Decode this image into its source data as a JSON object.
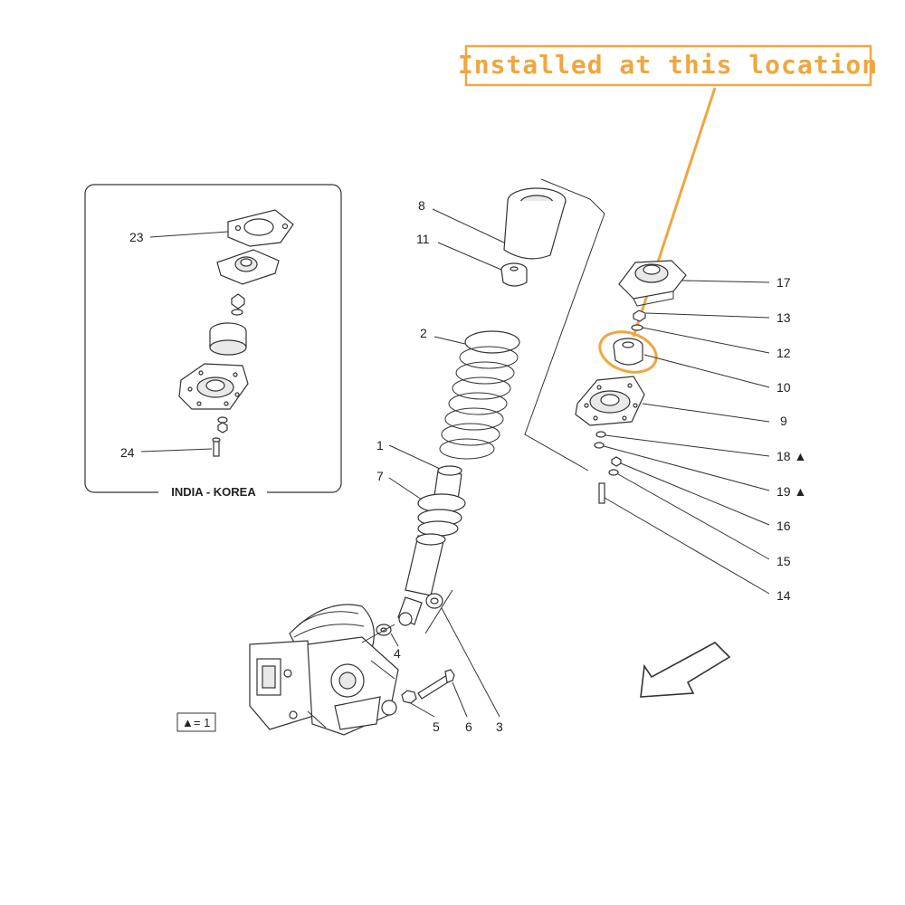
{
  "callout": {
    "text": "Installed at this location",
    "color": "#f0a640"
  },
  "inset": {
    "label": "INDIA - KOREA"
  },
  "legend": {
    "text": "▲= 1"
  },
  "part_numbers": {
    "p1": "1",
    "p2": "2",
    "p3": "3",
    "p4": "4",
    "p5": "5",
    "p6": "6",
    "p7": "7",
    "p8": "8",
    "p9": "9",
    "p10": "10",
    "p11": "11",
    "p12": "12",
    "p13": "13",
    "p14": "14",
    "p15": "15",
    "p16": "16",
    "p17": "17",
    "p18": "18 ▲",
    "p19": "19 ▲",
    "p23": "23",
    "p24": "24"
  }
}
